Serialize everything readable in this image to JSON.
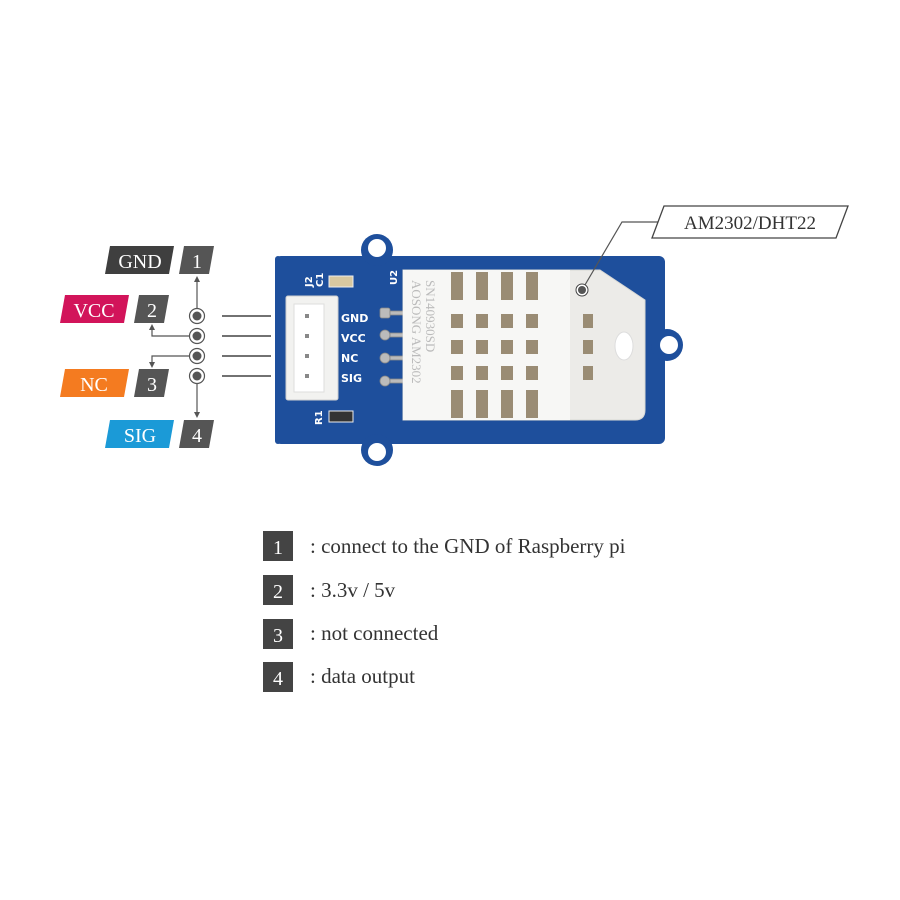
{
  "pin_labels": [
    {
      "name": "GND",
      "number": "1",
      "color": "#3f3f3f"
    },
    {
      "name": "VCC",
      "number": "2",
      "color": "#d2145a"
    },
    {
      "name": "NC",
      "number": "3",
      "color": "#f47b20"
    },
    {
      "name": "SIG",
      "number": "4",
      "color": "#1b9ad7"
    }
  ],
  "number_box_color": "#555555",
  "board": {
    "color": "#1e4f9c",
    "silkscreen": {
      "j2": "J2",
      "c1": "C1",
      "u2": "U2",
      "r1": "R1",
      "gnd": "GND",
      "vcc": "VCC",
      "nc": "NC",
      "sig": "SIG"
    },
    "sensor_print": [
      "AOSONG AM2302",
      "SN140930SD"
    ]
  },
  "callout": {
    "label": "AM2302/DHT22"
  },
  "legend": [
    {
      "number": "1",
      "text": ": connect to the GND of Raspberry pi"
    },
    {
      "number": "2",
      "text": ": 3.3v / 5v"
    },
    {
      "number": "3",
      "text": ": not connected"
    },
    {
      "number": "4",
      "text": ": data output"
    }
  ]
}
